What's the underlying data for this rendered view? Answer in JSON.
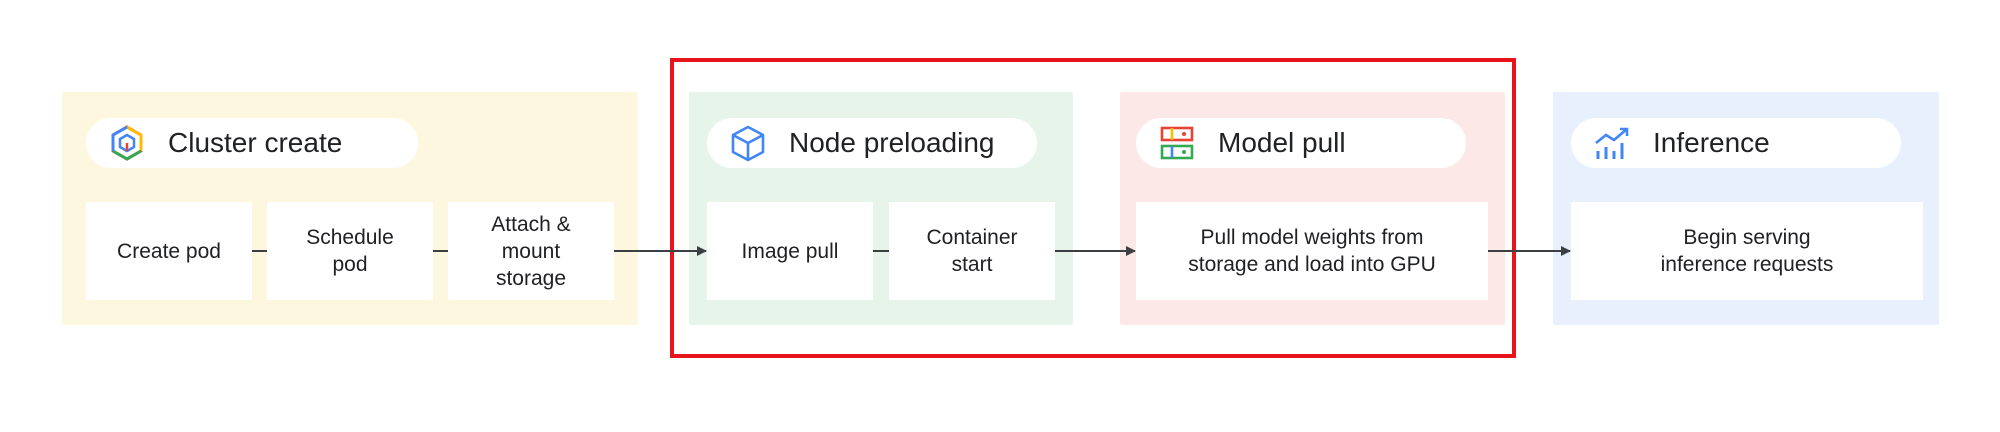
{
  "stages": {
    "cluster_create": {
      "title": "Cluster create",
      "icon": "kubernetes-engine-icon",
      "steps": [
        "Create pod",
        "Schedule\npod",
        "Attach &\nmount\nstorage"
      ]
    },
    "node_preloading": {
      "title": "Node preloading",
      "icon": "cube-icon",
      "steps": [
        "Image pull",
        "Container\nstart"
      ]
    },
    "model_pull": {
      "title": "Model pull",
      "icon": "storage-icon",
      "steps": [
        "Pull model weights from\nstorage and load into GPU"
      ]
    },
    "inference": {
      "title": "Inference",
      "icon": "trending-chart-icon",
      "steps": [
        "Begin serving\ninference requests"
      ]
    }
  },
  "colors": {
    "yellow": "#fef7e0",
    "green": "#e6f4ea",
    "red": "#fce8e6",
    "blue": "#e8f0fe",
    "highlight": "#e8141c"
  }
}
